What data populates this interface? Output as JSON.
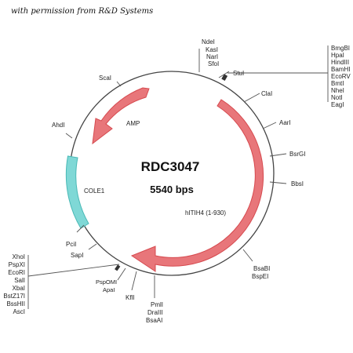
{
  "permission_note": "with permission from R&D Systems",
  "plasmid": {
    "name": "RDC3047",
    "size": "5540 bps"
  },
  "features": {
    "amp": "AMP",
    "cole1": "COLE1",
    "insert": "hITIH4 (1-930)"
  },
  "sites": {
    "ndel": "NdeI",
    "kasl": "KasI",
    "narl": "NarI",
    "sfol": "SfoI",
    "stul": "StuI",
    "clal": "ClaI",
    "aarl": "AarI",
    "bsrgl": "BsrGI",
    "bbsl": "BbsI",
    "bsabl": "BsaBI",
    "bspel": "BspEI",
    "pmll": "PmlI",
    "dralll": "DraIII",
    "bsaal": "BsaAI",
    "kfll": "KflI",
    "apal": "ApaI",
    "psp_omi": "PspOMI",
    "sapl": "SapI",
    "pcil": "PciI",
    "ahdl": "AhdI",
    "scal": "ScaI"
  },
  "mcs_right": [
    "BmgBI",
    "HpaI",
    "HindIII",
    "BamHI",
    "EcoRV",
    "BmtI",
    "NheI",
    "NotI",
    "EagI"
  ],
  "mcs_left": [
    "XhoI",
    "PspXI",
    "EcoRI",
    "SalI",
    "XbaI",
    "BstZ17I",
    "BssHII",
    "AscI"
  ],
  "colors": {
    "backbone": "#444444",
    "insert_arrow": "#e8767a",
    "insert_stroke": "#d64a4f",
    "amp_arrow": "#e8767a",
    "ori": "#7fd8d6",
    "ori_stroke": "#49b9b6",
    "label": "#222222"
  }
}
